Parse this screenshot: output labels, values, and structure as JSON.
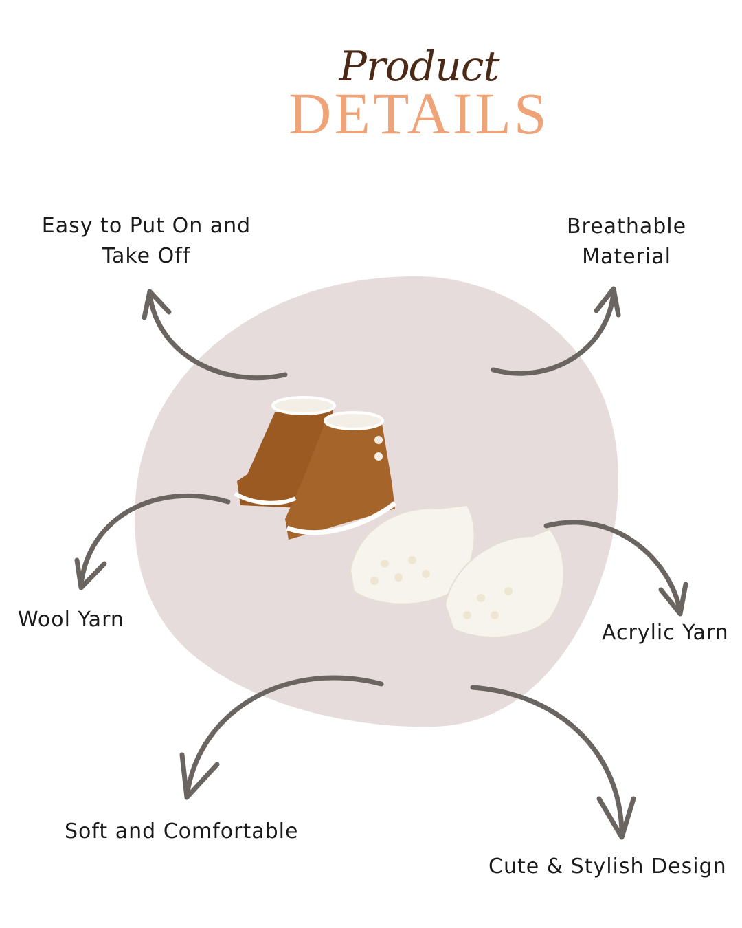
{
  "header": {
    "script_title": "Product",
    "main_title": "DETAILS"
  },
  "features": [
    {
      "line1": "Easy to Put On and",
      "line2": "Take Off"
    },
    {
      "line1": "Breathable",
      "line2": "Material"
    },
    {
      "line1": "Wool Yarn"
    },
    {
      "line1": "Acrylic Yarn"
    },
    {
      "line1": "Soft and Comfortable"
    },
    {
      "line1": "Cute & Stylish Design"
    }
  ],
  "colors": {
    "blob": "#e6dcdc",
    "arrow": "#6b6561",
    "title_script": "#4a2a17",
    "title_main": "#eea478"
  }
}
